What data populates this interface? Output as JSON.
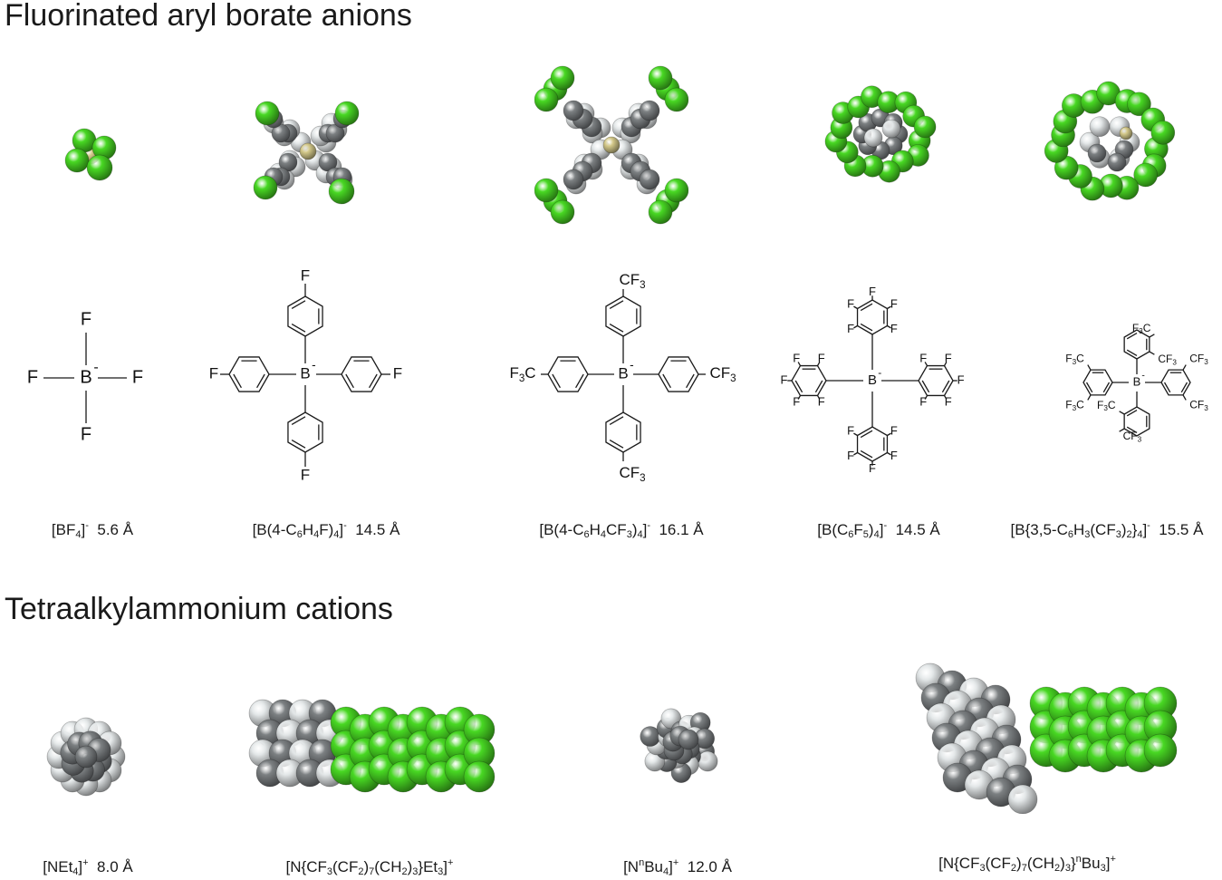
{
  "headings": {
    "anions": "Fluorinated aryl borate anions",
    "cations": "Tetraalkylammonium cations"
  },
  "anions": [
    {
      "formula": [
        "[BF",
        {
          "sub": "4"
        },
        "]",
        {
          "sup": "-"
        }
      ],
      "size": "5.6 Å"
    },
    {
      "formula": [
        "[B(4-C",
        {
          "sub": "6"
        },
        "H",
        {
          "sub": "4"
        },
        "F)",
        {
          "sub": "4"
        },
        "]",
        {
          "sup": "-"
        }
      ],
      "size": "14.5 Å"
    },
    {
      "formula": [
        "[B(4-C",
        {
          "sub": "6"
        },
        "H",
        {
          "sub": "4"
        },
        "CF",
        {
          "sub": "3"
        },
        ")",
        {
          "sub": "4"
        },
        "]",
        {
          "sup": "-"
        }
      ],
      "size": "16.1 Å"
    },
    {
      "formula": [
        "[B(C",
        {
          "sub": "6"
        },
        "F",
        {
          "sub": "5"
        },
        ")",
        {
          "sub": "4"
        },
        "]",
        {
          "sup": "-"
        }
      ],
      "size": "14.5 Å"
    },
    {
      "formula": [
        "[B{3,5-C",
        {
          "sub": "6"
        },
        "H",
        {
          "sub": "3"
        },
        "(CF",
        {
          "sub": "3"
        },
        ")",
        {
          "sub": "2"
        },
        "}",
        {
          "sub": "4"
        },
        "]",
        {
          "sup": "-"
        }
      ],
      "size": "15.5 Å"
    }
  ],
  "cations": [
    {
      "formula": [
        "[NEt",
        {
          "sub": "4"
        },
        "]",
        {
          "sup": "+"
        }
      ],
      "size": "8.0 Å"
    },
    {
      "formula": [
        "[N{CF",
        {
          "sub": "3"
        },
        "(CF",
        {
          "sub": "2"
        },
        ")",
        {
          "sub": "7"
        },
        "(CH",
        {
          "sub": "2"
        },
        ")",
        {
          "sub": "3"
        },
        "}Et",
        {
          "sub": "3"
        },
        "]",
        {
          "sup": "+"
        }
      ],
      "size": ""
    },
    {
      "formula": [
        "[N",
        {
          "sup": "n"
        },
        "Bu",
        {
          "sub": "4"
        },
        "]",
        {
          "sup": "+"
        }
      ],
      "size": "12.0 Å"
    },
    {
      "formula": [
        "[N{CF",
        {
          "sub": "3"
        },
        "(CF",
        {
          "sub": "2"
        },
        ")",
        {
          "sub": "7"
        },
        "(CH",
        {
          "sub": "2"
        },
        ")",
        {
          "sub": "3"
        },
        "}",
        {
          "sup": "n"
        },
        "Bu",
        {
          "sub": "3"
        },
        "]",
        {
          "sup": "+"
        }
      ],
      "size": ""
    }
  ],
  "structure_text": {
    "fluorine": "F",
    "boron": "B",
    "charge": "-",
    "cf3_right": [
      "CF",
      {
        "sub": "3"
      }
    ],
    "cf3_left": [
      "F",
      {
        "sub": "3"
      },
      "C"
    ]
  },
  "colors": {
    "fluorine_atom": "#48d823",
    "carbon_atom": "#7c8082",
    "hydrogen_atom": "#e3e7e8",
    "boron_atom": "#d4c98a",
    "bond": "#1a1a1a"
  }
}
